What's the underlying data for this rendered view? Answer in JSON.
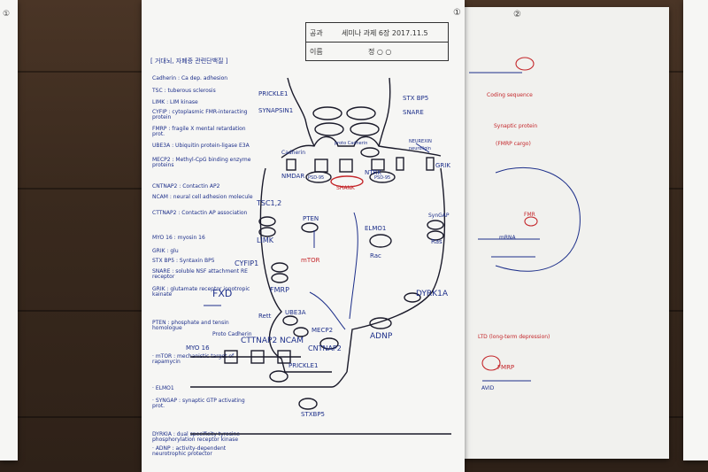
{
  "pages": {
    "left_num": "①",
    "center_num": "①",
    "right_num": "②"
  },
  "header": {
    "row1_label": "공과",
    "row1_value": "세미나 과제 6장  2017.11.5",
    "row2_label": "이름",
    "row2_value": "정  ○  ○"
  },
  "glossary_title": "[ 거대뇌, 자폐증 관련단백질 ]",
  "glossary": [
    "Cadherin : Ca dep. adhesion",
    "TSC : tuberous sclerosis",
    "LIMK : LIM kinase",
    "CYFIP : cytoplasmic FMR-interacting protein",
    "FMRP : fragile X mental retardation prot.",
    "UBE3A : Ubiquitin protein-ligase E3A",
    "MECP2 : Methyl-CpG binding enzyme proteins",
    "CNTNAP2 : Contactin AP2",
    "NCAM : neural cell adhesion molecule",
    "CTTNAP2 : Contactin AP association",
    "MYO 16 : myosin 16",
    "GRIK : glu",
    "STX BP5 : Syntaxin BP5",
    "SNARE : soluble NSF attachment RE receptor",
    "GRIK : glutamate receptor ionotropic kainate",
    "PTEN : phosphate and tensin homologue",
    "· mTOR : mechanistic target of rapamycin",
    "· ELMO1",
    "· SYNGAP : synaptic GTP activating prot.",
    "DYRKIA : dual specificity tyrosine-phosphorylation receptor kinase",
    "· ADNP : activity-dependent neurotrophic protector"
  ],
  "diagram_labels": {
    "prickle1_top": "PRICKLE1",
    "synapsin": "SYNAPSIN1",
    "stxbp5_top": "STX BP5",
    "snare": "SNARE",
    "cadherin_pre": "Cadherin",
    "protocadherin": "proto Cadherin",
    "neurexin": "NEUREXIN",
    "neuroligin": "neuroligin",
    "nmdar": "NMDAR",
    "ntrk": "NTRK",
    "grik_right": "GRIK",
    "psd95_a": "PSD-95",
    "psd95_b": "PSD-95",
    "shank": "SHANK",
    "tsc12": "TSC1,2",
    "limk": "LIMK",
    "pten": "PTEN",
    "mtor": "mTOR",
    "elmo1": "ELMO1",
    "rac": "Rac",
    "syngap": "SynGAP",
    "ras": "Ras",
    "cyfip1": "CYFIP1",
    "fmrp": "FMRP",
    "fxd": "FXD",
    "dyrk1a": "DYRK1A",
    "rett": "Rett",
    "ube3a": "UBE3A",
    "mecp2": "MECP2",
    "adnp": "ADNP",
    "myo16": "MYO 16",
    "proto_cadherin_b": "Proto Cadherin",
    "cttnap2_ncam": "CTTNAP2  NCAM",
    "cntnap2": "CNTNAP2",
    "prickle1_bottom": "PRICKLE1",
    "stxbp5_bottom": "STXBP5"
  },
  "right_sheet": {
    "coding": "Coding sequence",
    "synaptic": "Synaptic protein",
    "fmrp_cargo": "(FMRP cargo)",
    "fmr": "FMR",
    "mrna": "mRNA",
    "ltd": "LTD (long-term depression)",
    "fmrp": "FMRP",
    "avid": "AVID"
  }
}
